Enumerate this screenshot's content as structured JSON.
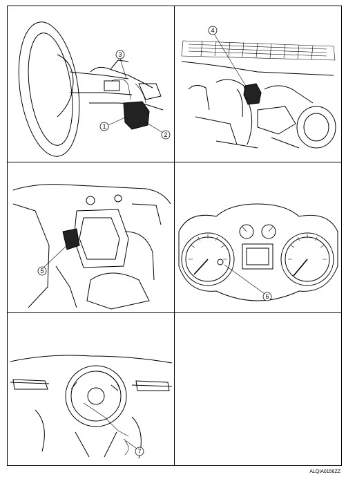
{
  "callouts": {
    "c1": "1",
    "c2": "2",
    "c3": "3",
    "c4": "4",
    "c5": "5",
    "c6": "6",
    "c7": "7"
  },
  "figure_code": "ALQIA0156ZZ"
}
